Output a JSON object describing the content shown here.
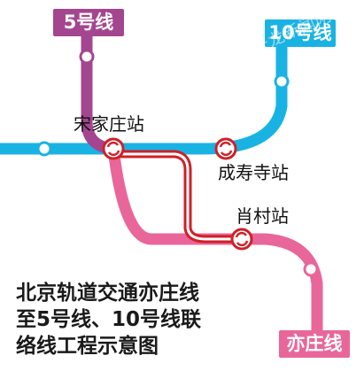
{
  "lines": {
    "line5": {
      "label": "5号线",
      "color": "#a4468f"
    },
    "line10": {
      "label": "10号线",
      "color": "#19b3e3"
    },
    "yizhuang": {
      "label": "亦庄线",
      "color": "#e9669a"
    },
    "connector": {
      "color": "#cf2027"
    }
  },
  "stations": {
    "songjiazhuang": {
      "name": "宋家庄站"
    },
    "chengshousi": {
      "name": "成寿寺站"
    },
    "xiaocun": {
      "name": "肖村站"
    }
  },
  "title": {
    "line1": "北京轨道交通亦庄线",
    "line2": "至5号线、10号线联",
    "line3": "络线工程示意图"
  },
  "watermark": {
    "text": "千龙新闻网"
  },
  "colors": {
    "background": "#ffffff",
    "interchange_ring": "#cf2027"
  }
}
